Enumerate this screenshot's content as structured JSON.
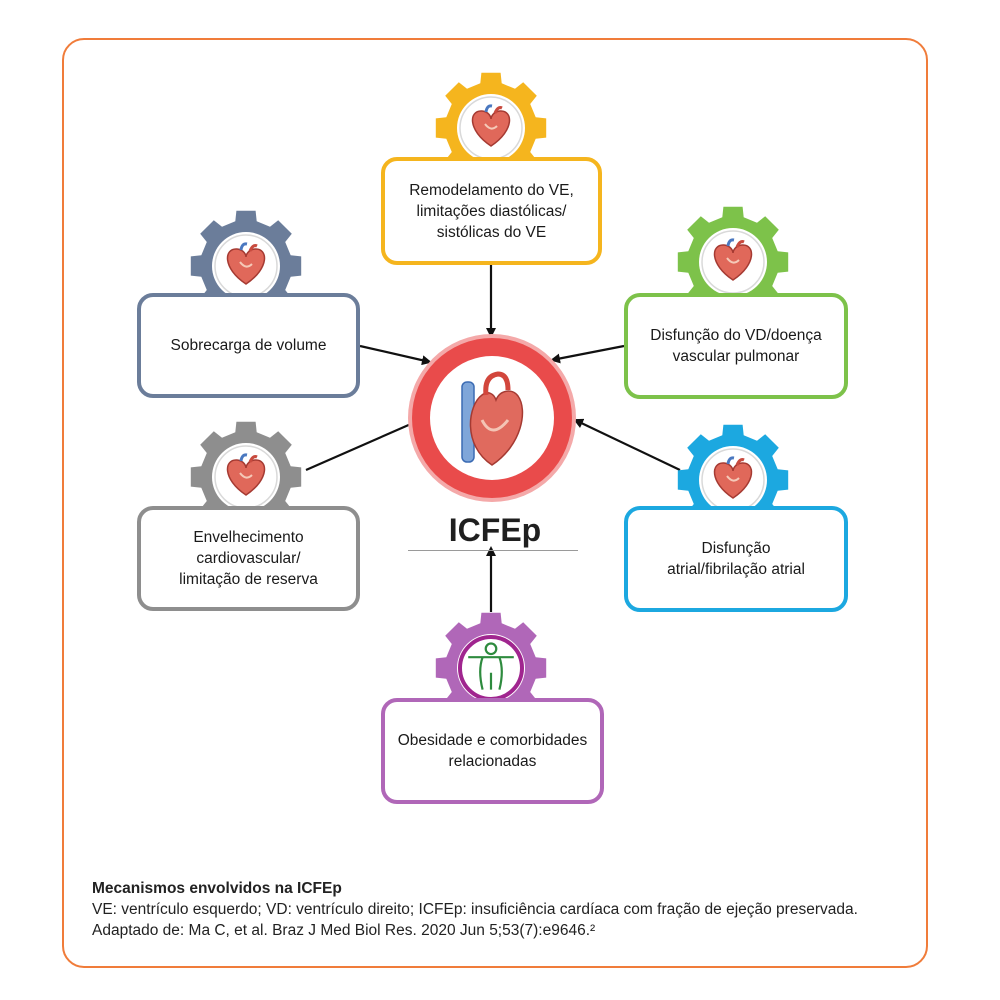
{
  "center": {
    "label": "ICFEp",
    "color": "#e94b4b"
  },
  "mechanisms": [
    {
      "id": "remodeling",
      "text": "Remodelamento do VE,\nlimitações diastólicas/\nsistólicas do VE",
      "color": "#f5b51e"
    },
    {
      "id": "volume",
      "text": "Sobrecarga de volume",
      "color": "#6b7d9a"
    },
    {
      "id": "rv",
      "text": "Disfunção do VD/doença\nvascular pulmonar",
      "color": "#7dc24a"
    },
    {
      "id": "aging",
      "text": "Envelhecimento\ncardiovascular/\nlimitação de reserva",
      "color": "#8e8e8e"
    },
    {
      "id": "atrial",
      "text": "Disfunção\natrial/fibrilação atrial",
      "color": "#1ca8e0"
    },
    {
      "id": "obesity",
      "text": "Obesidade e comorbidades\nrelacionadas",
      "color": "#b067b8"
    }
  ],
  "caption": {
    "title": "Mecanismos envolvidos na ICFEp",
    "text": "VE: ventrículo esquerdo; VD: ventrículo direito; ICFEp: insuficiência cardíaca com fração de ejeção preservada. Adaptado de: Ma C, et al. Braz J Med Biol Res. 2020 Jun 5;53(7):e9646.²"
  },
  "icons": {
    "remodeling": "heart-icon",
    "volume": "heart-icon",
    "rv": "heart-icon",
    "aging": "heart-icon",
    "atrial": "heart-icon",
    "obesity": "body-figure-icon",
    "center": "heart-anatomy-icon"
  }
}
